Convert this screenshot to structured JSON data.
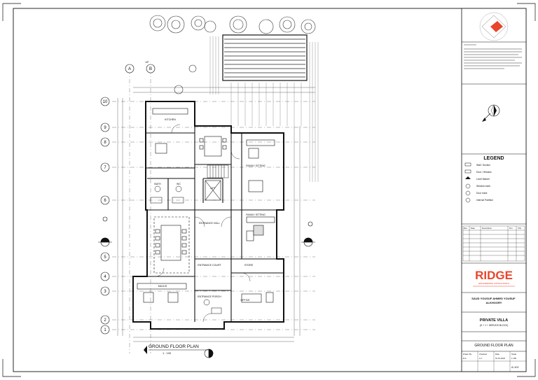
{
  "drawing": {
    "view_title": "GROUND FLOOR PLAN",
    "scale_note": "1 : 100",
    "grid_rows": [
      "10",
      "9",
      "8",
      "7",
      "6",
      "5",
      "4",
      "3",
      "2",
      "1"
    ],
    "grid_cols": [
      "A",
      "B"
    ],
    "rooms": {
      "kitchen": "KITCHEN",
      "family_sitting_1": "FAMILY SITTING",
      "family_sitting_2": "FAMILY SITTING",
      "entrance_hall": "ENTRANCE HALL",
      "entrance_court": "ENTRANCE COURT",
      "store": "STORE",
      "office": "OFFICE",
      "majlis": "MAJLIS",
      "lift": "LIFT",
      "bath": "BATH",
      "wc": "WC",
      "entrance_porch": "ENTRANCE PORCH"
    },
    "marks": {
      "up": "UP",
      "ffl": "FFL"
    }
  },
  "title_block": {
    "legend_title": "LEGEND",
    "legend_items": [
      "Wall / Section",
      "Door / Window",
      "Level Marker",
      "Window mark",
      "Door mark",
      "Internal Partition"
    ],
    "revision_headers": [
      "Rev",
      "Date",
      "Description",
      "Drn",
      "Chk"
    ],
    "company": "RIDGE",
    "company_tagline": "ENGINEERING CONSULTANTS",
    "client": "SAUD YOUSUF AHMED YOUSUF ALKHOORY",
    "project": "PRIVATE VILLA",
    "project_sub": "(G + 1 + SERVICE BLOCK)",
    "sheet_title": "GROUND FLOOR PLAN",
    "info_labels": [
      "Drawn By",
      "Checked",
      "Date",
      "Scale"
    ],
    "info_values": [
      "R.A",
      "A.Y",
      "01.01.2023",
      "1:100"
    ],
    "sheet_no": "A-101"
  }
}
